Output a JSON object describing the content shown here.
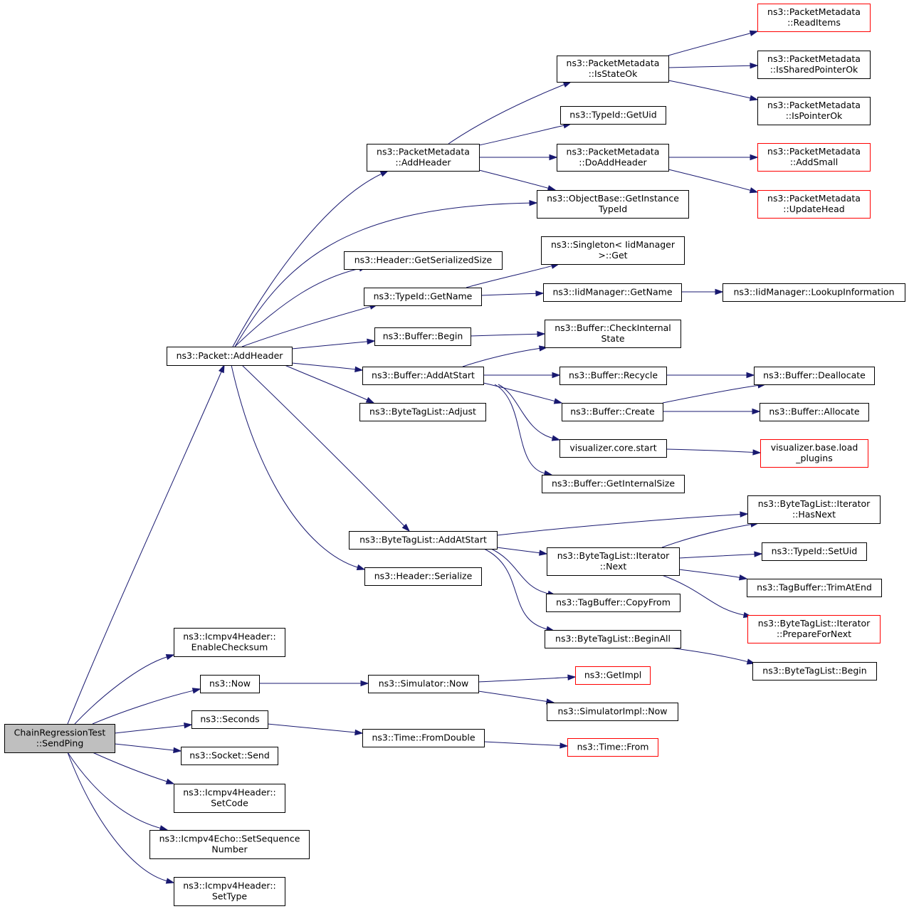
{
  "nodes": [
    {
      "id": "root",
      "lines": [
        "ChainRegressionTest",
        "::SendPing"
      ],
      "style": "root"
    },
    {
      "id": "pkt_addheader",
      "lines": [
        "ns3::Packet::AddHeader"
      ],
      "style": "normal"
    },
    {
      "id": "pm_addheader",
      "lines": [
        "ns3::PacketMetadata",
        "::AddHeader"
      ],
      "style": "normal"
    },
    {
      "id": "pm_isstateok",
      "lines": [
        "ns3::PacketMetadata",
        "::IsStateOk"
      ],
      "style": "normal"
    },
    {
      "id": "pm_readitems",
      "lines": [
        "ns3::PacketMetadata",
        "::ReadItems"
      ],
      "style": "red"
    },
    {
      "id": "pm_issharedpointerok",
      "lines": [
        "ns3::PacketMetadata",
        "::IsSharedPointerOk"
      ],
      "style": "normal"
    },
    {
      "id": "pm_ispointerok",
      "lines": [
        "ns3::PacketMetadata",
        "::IsPointerOk"
      ],
      "style": "normal"
    },
    {
      "id": "typeid_getuid",
      "lines": [
        "ns3::TypeId::GetUid"
      ],
      "style": "normal"
    },
    {
      "id": "pm_doaddheader",
      "lines": [
        "ns3::PacketMetadata",
        "::DoAddHeader"
      ],
      "style": "normal"
    },
    {
      "id": "pm_addsmall",
      "lines": [
        "ns3::PacketMetadata",
        "::AddSmall"
      ],
      "style": "red"
    },
    {
      "id": "pm_updatehead",
      "lines": [
        "ns3::PacketMetadata",
        "::UpdateHead"
      ],
      "style": "red"
    },
    {
      "id": "ob_getinstancetypeid",
      "lines": [
        "ns3::ObjectBase::GetInstance",
        "TypeId"
      ],
      "style": "normal"
    },
    {
      "id": "header_getserializedsize",
      "lines": [
        "ns3::Header::GetSerializedSize"
      ],
      "style": "normal"
    },
    {
      "id": "singleton_get",
      "lines": [
        "ns3::Singleton< IidManager",
        ">::Get"
      ],
      "style": "normal"
    },
    {
      "id": "typeid_getname",
      "lines": [
        "ns3::TypeId::GetName"
      ],
      "style": "normal"
    },
    {
      "id": "iid_getname",
      "lines": [
        "ns3::IidManager::GetName"
      ],
      "style": "normal"
    },
    {
      "id": "iid_lookupinformation",
      "lines": [
        "ns3::IidManager::LookupInformation"
      ],
      "style": "normal"
    },
    {
      "id": "buffer_begin",
      "lines": [
        "ns3::Buffer::Begin"
      ],
      "style": "normal"
    },
    {
      "id": "buffer_checkinternalstate",
      "lines": [
        "ns3::Buffer::CheckInternal",
        "State"
      ],
      "style": "normal"
    },
    {
      "id": "buffer_addatstart",
      "lines": [
        "ns3::Buffer::AddAtStart"
      ],
      "style": "normal"
    },
    {
      "id": "buffer_recycle",
      "lines": [
        "ns3::Buffer::Recycle"
      ],
      "style": "normal"
    },
    {
      "id": "buffer_deallocate",
      "lines": [
        "ns3::Buffer::Deallocate"
      ],
      "style": "normal"
    },
    {
      "id": "buffer_create",
      "lines": [
        "ns3::Buffer::Create"
      ],
      "style": "normal"
    },
    {
      "id": "buffer_allocate",
      "lines": [
        "ns3::Buffer::Allocate"
      ],
      "style": "normal"
    },
    {
      "id": "btl_adjust",
      "lines": [
        "ns3::ByteTagList::Adjust"
      ],
      "style": "normal"
    },
    {
      "id": "viz_core_start",
      "lines": [
        "visualizer.core.start"
      ],
      "style": "normal"
    },
    {
      "id": "viz_base_load",
      "lines": [
        "visualizer.base.load",
        "_plugins"
      ],
      "style": "red"
    },
    {
      "id": "buffer_getinternalsize",
      "lines": [
        "ns3::Buffer::GetInternalSize"
      ],
      "style": "normal"
    },
    {
      "id": "btl_it_hasnext",
      "lines": [
        "ns3::ByteTagList::Iterator",
        "::HasNext"
      ],
      "style": "normal"
    },
    {
      "id": "btl_addatstart",
      "lines": [
        "ns3::ByteTagList::AddAtStart"
      ],
      "style": "normal"
    },
    {
      "id": "btl_it_next",
      "lines": [
        "ns3::ByteTagList::Iterator",
        "::Next"
      ],
      "style": "normal"
    },
    {
      "id": "typeid_setuid",
      "lines": [
        "ns3::TypeId::SetUid"
      ],
      "style": "normal"
    },
    {
      "id": "header_serialize",
      "lines": [
        "ns3::Header::Serialize"
      ],
      "style": "normal"
    },
    {
      "id": "tagbuffer_trimatend",
      "lines": [
        "ns3::TagBuffer::TrimAtEnd"
      ],
      "style": "normal"
    },
    {
      "id": "tagbuffer_copyfrom",
      "lines": [
        "ns3::TagBuffer::CopyFrom"
      ],
      "style": "normal"
    },
    {
      "id": "btl_it_preparefornext",
      "lines": [
        "ns3::ByteTagList::Iterator",
        "::PrepareForNext"
      ],
      "style": "red"
    },
    {
      "id": "btl_beginall",
      "lines": [
        "ns3::ByteTagList::BeginAll"
      ],
      "style": "normal"
    },
    {
      "id": "btl_begin",
      "lines": [
        "ns3::ByteTagList::Begin"
      ],
      "style": "normal"
    },
    {
      "id": "icmp_enablechecksum",
      "lines": [
        "ns3::Icmpv4Header::",
        "EnableChecksum"
      ],
      "style": "normal"
    },
    {
      "id": "now",
      "lines": [
        "ns3::Now"
      ],
      "style": "normal"
    },
    {
      "id": "simulator_now",
      "lines": [
        "ns3::Simulator::Now"
      ],
      "style": "normal"
    },
    {
      "id": "getimpl",
      "lines": [
        "ns3::GetImpl"
      ],
      "style": "red"
    },
    {
      "id": "simimpl_now",
      "lines": [
        "ns3::SimulatorImpl::Now"
      ],
      "style": "normal"
    },
    {
      "id": "seconds",
      "lines": [
        "ns3::Seconds"
      ],
      "style": "normal"
    },
    {
      "id": "time_fromdouble",
      "lines": [
        "ns3::Time::FromDouble"
      ],
      "style": "normal"
    },
    {
      "id": "time_from",
      "lines": [
        "ns3::Time::From"
      ],
      "style": "red"
    },
    {
      "id": "socket_send",
      "lines": [
        "ns3::Socket::Send"
      ],
      "style": "normal"
    },
    {
      "id": "icmp_setcode",
      "lines": [
        "ns3::Icmpv4Header::",
        "SetCode"
      ],
      "style": "normal"
    },
    {
      "id": "echo_setseq",
      "lines": [
        "ns3::Icmpv4Echo::SetSequence",
        "Number"
      ],
      "style": "normal"
    },
    {
      "id": "icmp_settype",
      "lines": [
        "ns3::Icmpv4Header::",
        "SetType"
      ],
      "style": "normal"
    }
  ],
  "edges": [
    [
      "root",
      "pkt_addheader"
    ],
    [
      "root",
      "icmp_enablechecksum"
    ],
    [
      "root",
      "now"
    ],
    [
      "root",
      "seconds"
    ],
    [
      "root",
      "socket_send"
    ],
    [
      "root",
      "icmp_setcode"
    ],
    [
      "root",
      "echo_setseq"
    ],
    [
      "root",
      "icmp_settype"
    ],
    [
      "pkt_addheader",
      "pm_addheader"
    ],
    [
      "pkt_addheader",
      "ob_getinstancetypeid"
    ],
    [
      "pkt_addheader",
      "header_getserializedsize"
    ],
    [
      "pkt_addheader",
      "typeid_getname"
    ],
    [
      "pkt_addheader",
      "buffer_begin"
    ],
    [
      "pkt_addheader",
      "buffer_addatstart"
    ],
    [
      "pkt_addheader",
      "btl_adjust"
    ],
    [
      "pkt_addheader",
      "btl_addatstart"
    ],
    [
      "pkt_addheader",
      "header_serialize"
    ],
    [
      "pm_addheader",
      "pm_isstateok"
    ],
    [
      "pm_addheader",
      "typeid_getuid"
    ],
    [
      "pm_addheader",
      "pm_doaddheader"
    ],
    [
      "pm_addheader",
      "ob_getinstancetypeid"
    ],
    [
      "pm_isstateok",
      "pm_readitems"
    ],
    [
      "pm_isstateok",
      "pm_issharedpointerok"
    ],
    [
      "pm_isstateok",
      "pm_ispointerok"
    ],
    [
      "pm_doaddheader",
      "pm_addsmall"
    ],
    [
      "pm_doaddheader",
      "pm_updatehead"
    ],
    [
      "typeid_getname",
      "singleton_get"
    ],
    [
      "typeid_getname",
      "iid_getname"
    ],
    [
      "iid_getname",
      "iid_lookupinformation"
    ],
    [
      "buffer_begin",
      "buffer_checkinternalstate"
    ],
    [
      "buffer_addatstart",
      "buffer_checkinternalstate"
    ],
    [
      "buffer_addatstart",
      "buffer_recycle"
    ],
    [
      "buffer_addatstart",
      "buffer_create"
    ],
    [
      "buffer_addatstart",
      "viz_core_start"
    ],
    [
      "buffer_addatstart",
      "buffer_getinternalsize"
    ],
    [
      "buffer_recycle",
      "buffer_deallocate"
    ],
    [
      "buffer_create",
      "buffer_deallocate"
    ],
    [
      "buffer_create",
      "buffer_allocate"
    ],
    [
      "viz_core_start",
      "viz_base_load"
    ],
    [
      "btl_addatstart",
      "btl_it_hasnext"
    ],
    [
      "btl_addatstart",
      "btl_it_next"
    ],
    [
      "btl_addatstart",
      "tagbuffer_copyfrom"
    ],
    [
      "btl_addatstart",
      "btl_beginall"
    ],
    [
      "btl_it_next",
      "btl_it_hasnext"
    ],
    [
      "btl_it_next",
      "typeid_setuid"
    ],
    [
      "btl_it_next",
      "tagbuffer_trimatend"
    ],
    [
      "btl_it_next",
      "btl_it_preparefornext"
    ],
    [
      "btl_beginall",
      "btl_begin"
    ],
    [
      "now",
      "simulator_now"
    ],
    [
      "simulator_now",
      "getimpl"
    ],
    [
      "simulator_now",
      "simimpl_now"
    ],
    [
      "seconds",
      "time_fromdouble"
    ],
    [
      "time_fromdouble",
      "time_from"
    ]
  ],
  "colors": {
    "edge": "#191970",
    "box_border": "#000000",
    "box_border_red": "#ff0000",
    "root_fill": "#bfbfbf",
    "box_fill": "#ffffff"
  }
}
